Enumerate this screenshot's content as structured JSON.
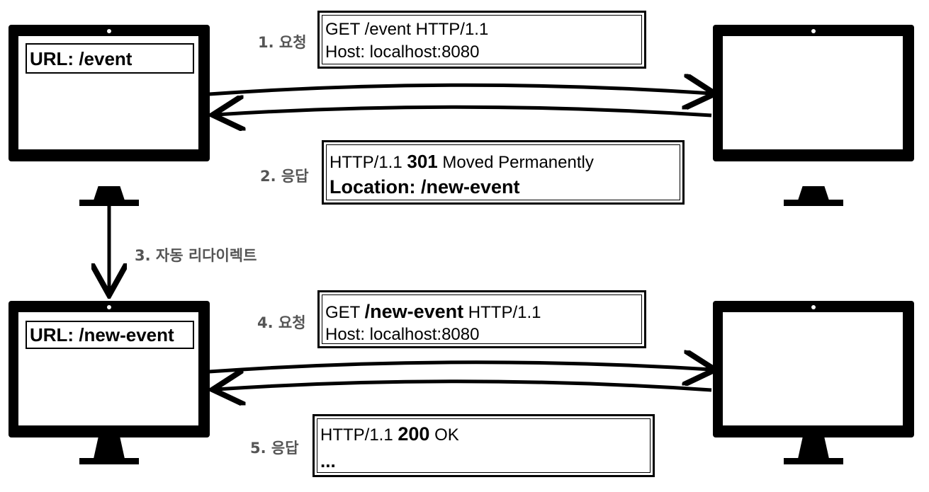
{
  "steps": {
    "s1": "1. 요청",
    "s2": "2. 응답",
    "s3": "3. 자동 리다이렉트",
    "s4": "4. 요청",
    "s5": "5. 응답"
  },
  "top": {
    "client_url": "URL: /event",
    "request": {
      "l1_method": "GET /event HTTP/1.1",
      "l2": "Host: localhost:8080"
    },
    "response": {
      "l1_prefix": "HTTP/1.1 ",
      "l1_code": "301",
      "l1_suffix": " Moved Permanently",
      "l2": "Location: /new-event"
    }
  },
  "bottom": {
    "client_url": "URL: /new-event",
    "request": {
      "l1_prefix": "GET ",
      "l1_path": "/new-event",
      "l1_suffix": " HTTP/1.1",
      "l2": "Host: localhost:8080"
    },
    "response": {
      "l1_prefix": "HTTP/1.1 ",
      "l1_code": "200",
      "l1_suffix": " OK",
      "l2": "..."
    }
  }
}
